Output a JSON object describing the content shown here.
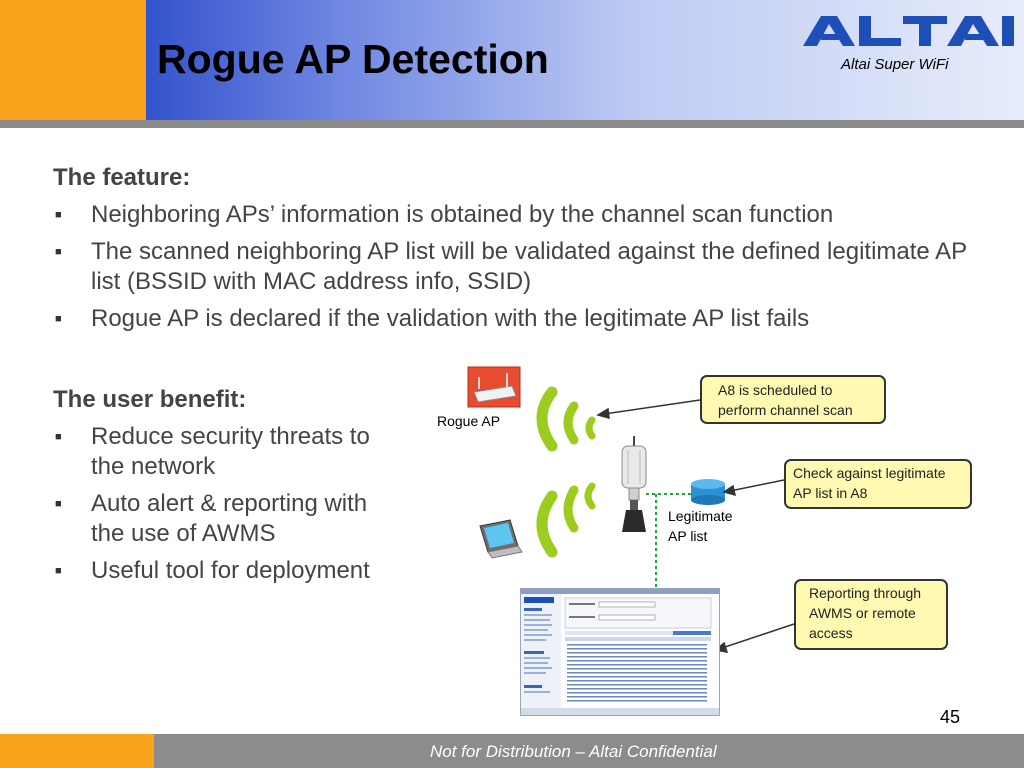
{
  "header": {
    "title": "Rogue AP Detection",
    "logo_text": "ALTAI",
    "tagline": "Altai Super WiFi"
  },
  "feature": {
    "heading": "The feature:",
    "bullets": [
      "Neighboring APs’ information is obtained by the channel scan function",
      "The scanned neighboring AP list will be validated against the defined legitimate AP list (BSSID with MAC address info, SSID)",
      "Rogue AP is declared if the validation with the legitimate AP list fails"
    ]
  },
  "benefit": {
    "heading": "The user benefit:",
    "bullets": [
      "Reduce security threats to the network",
      "Auto alert & reporting with the use of AWMS",
      "Useful tool for deployment"
    ]
  },
  "diagram": {
    "rogue_ap_label": "Rogue AP",
    "legit_list_label": "Legitimate AP list",
    "callout_scan": "A8 is scheduled to perform channel scan",
    "callout_check": "Check against legitimate AP list in A8",
    "callout_report": "Reporting through AWMS or remote access"
  },
  "colors": {
    "orange": "#f7a31c",
    "logo_blue": "#1e4fb8",
    "wave_green": "#9ccc1e",
    "callout_fill": "#fff9b2"
  },
  "page_number": "45",
  "footer": "Not for Distribution – Altai Confidential"
}
